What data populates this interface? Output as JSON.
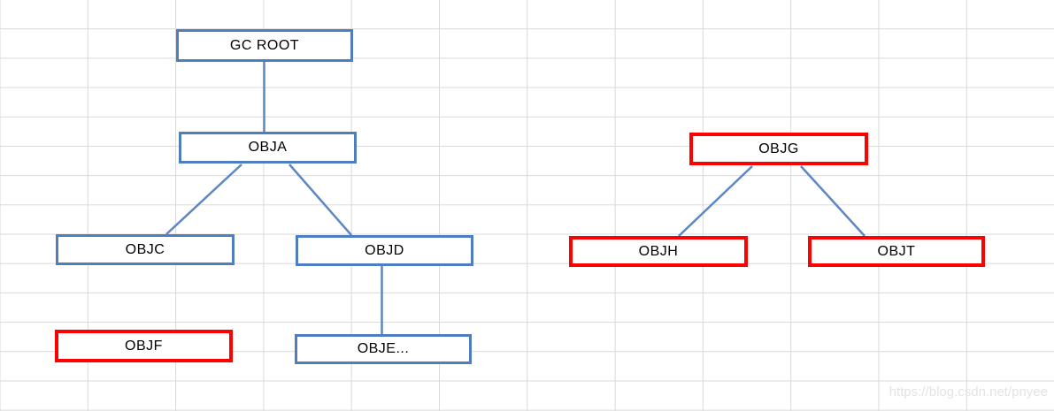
{
  "diagram": {
    "description": "GC root object reachability diagram",
    "nodes": [
      {
        "id": "gc-root",
        "label": "GC ROOT",
        "status": "reachable"
      },
      {
        "id": "obja",
        "label": "OBJA",
        "status": "reachable"
      },
      {
        "id": "objc",
        "label": "OBJC",
        "status": "reachable"
      },
      {
        "id": "objd",
        "label": "OBJD",
        "status": "reachable"
      },
      {
        "id": "objf",
        "label": "OBJF",
        "status": "unreachable"
      },
      {
        "id": "obje",
        "label": "OBJE...",
        "status": "reachable"
      },
      {
        "id": "objg",
        "label": "OBJG",
        "status": "unreachable"
      },
      {
        "id": "objh",
        "label": "OBJH",
        "status": "unreachable"
      },
      {
        "id": "objt",
        "label": "OBJT",
        "status": "unreachable"
      }
    ],
    "edges": [
      {
        "from": "gc-root",
        "to": "obja"
      },
      {
        "from": "obja",
        "to": "objc"
      },
      {
        "from": "obja",
        "to": "objd"
      },
      {
        "from": "objd",
        "to": "obje"
      },
      {
        "from": "objg",
        "to": "objh"
      },
      {
        "from": "objg",
        "to": "objt"
      }
    ],
    "colors": {
      "reachable_border": "#4e7ebd",
      "unreachable_border": "#ff0000",
      "connector": "#5b87c5",
      "grid_line": "#d9d9d9",
      "text": "#000000",
      "background": "#ffffff"
    }
  },
  "watermark": "https://blog.csdn.net/pnyee"
}
